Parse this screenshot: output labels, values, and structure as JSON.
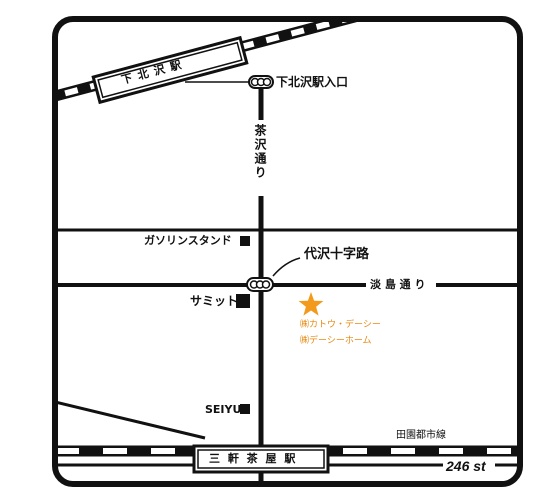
{
  "map": {
    "stations": {
      "shimokitazawa": "下 北 沢 駅",
      "sangenjaya": "三 軒 茶 屋 駅"
    },
    "signals": {
      "shimokitazawa_entrance": "下北沢駅入口",
      "daizawa_crossing": "代沢十字路"
    },
    "roads": {
      "chazawa": "茶沢通り",
      "awashima": "淡 島 通 り",
      "route246": "246 st"
    },
    "railways": {
      "denentoshi": "田園都市線"
    },
    "landmarks": {
      "gas_station": "ガソリンスタンド",
      "summit": "サミット",
      "seiyu": "SEIYU"
    },
    "destination": {
      "line1": "㈱カトウ・デーシー",
      "line2": "㈱デーシーホーム",
      "color": "#f39a1c"
    }
  }
}
